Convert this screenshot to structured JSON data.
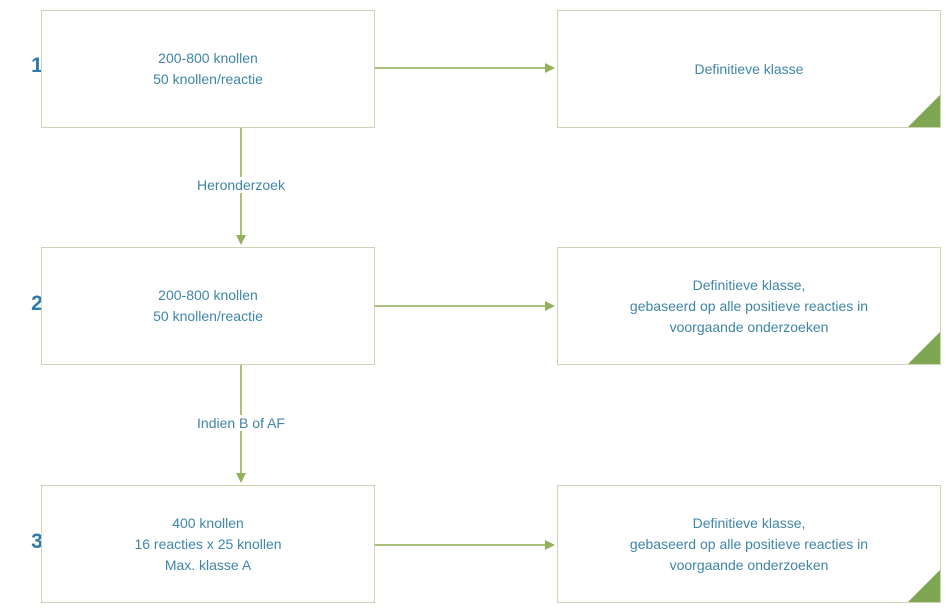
{
  "steps": [
    {
      "number": "1",
      "left_lines": [
        "200-800 knollen",
        "50 knollen/reactie"
      ],
      "right_lines": [
        "Definitieve klasse"
      ]
    },
    {
      "number": "2",
      "left_lines": [
        "200-800 knollen",
        "50 knollen/reactie"
      ],
      "right_lines": [
        "Definitieve klasse,",
        "gebaseerd op alle positieve reacties in",
        "voorgaande onderzoeken"
      ]
    },
    {
      "number": "3",
      "left_lines": [
        "400 knollen",
        "16 reacties x 25 knollen",
        "Max. klasse A"
      ],
      "right_lines": [
        "Definitieve klasse,",
        "gebaseerd op alle positieve reacties in",
        "voorgaande onderzoeken"
      ]
    }
  ],
  "connectors": [
    "Heronderzoek",
    "Indien B of AF"
  ],
  "colors": {
    "text": "#3f85a8",
    "number": "#2b7bab",
    "arrow": "#93b05e",
    "corner": "#7ea653",
    "border": "#cfd2b4"
  }
}
